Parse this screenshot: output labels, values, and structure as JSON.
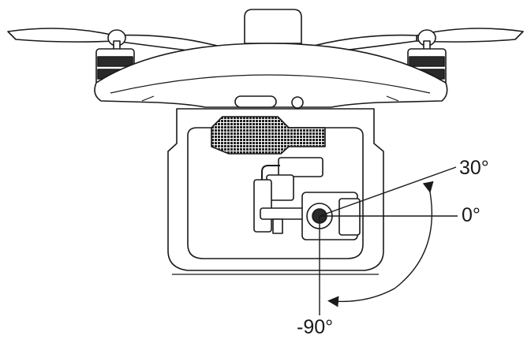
{
  "labels": {
    "angle_up": "30°",
    "angle_level": "0°",
    "angle_down": "-90°"
  },
  "colors": {
    "line": "#1a1a1a",
    "motor_dark": "#2a2a2a",
    "vent": "#222222",
    "fill": "#ffffff"
  },
  "icons": [
    "drone-body",
    "propeller",
    "motor",
    "gimbal",
    "camera",
    "tilt-arrow"
  ]
}
